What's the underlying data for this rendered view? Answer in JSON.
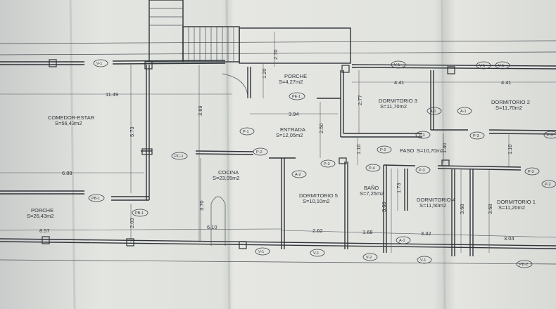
{
  "rooms": [
    {
      "name": "COMEDOR-ESTAR",
      "area": "S=56,43m2"
    },
    {
      "name": "PORCHE",
      "area": "S=4,27m2"
    },
    {
      "name": "ENTRADA",
      "area": "S=12,05m2"
    },
    {
      "name": "DORMITORIO 3",
      "area": "S=11,70m2"
    },
    {
      "name": "DORMITORIO 2",
      "area": "S=11,70m2"
    },
    {
      "name": "COCINA",
      "area": "S=23,05m2"
    },
    {
      "name": "DORMITORIO 5",
      "area": "S=10,10m2"
    },
    {
      "name": "BAÑO",
      "area": "S=7,25m2"
    },
    {
      "name": "PASO",
      "area": "S=10,70m2"
    },
    {
      "name": "DORMITORIO 4",
      "area": "S=11,50m2"
    },
    {
      "name": "DORMITORIO 1",
      "area": "S=11,20m2"
    },
    {
      "name": "PORCHE",
      "area": "S=26,43m2"
    }
  ],
  "dimensions": [
    "11.49",
    "5.73",
    "3.69",
    "3.94",
    "2.50",
    "2.77",
    "2.70",
    "1.20",
    "4.41",
    "4.41",
    "6.88",
    "3.70",
    "2.03",
    "6.10",
    "8.57",
    "2.62",
    "1.68",
    "3.32",
    "3.04",
    "1.10",
    "1.40",
    "1.10",
    "1.73",
    "3.66",
    "3.68",
    "3.68"
  ],
  "tags": [
    "V-1",
    "V-1",
    "V-1",
    "V-1",
    "PE-1",
    "P-1",
    "P-2",
    "P-3",
    "P-3",
    "PC-1",
    "A-2",
    "P-3",
    "P-2",
    "P-4",
    "P-3",
    "A-1",
    "A-1",
    "P-3",
    "P-2",
    "P-3",
    "PB-1",
    "PB-1",
    "V-1",
    "V-1",
    "V-2",
    "A-1",
    "V-1",
    "PB-2"
  ]
}
